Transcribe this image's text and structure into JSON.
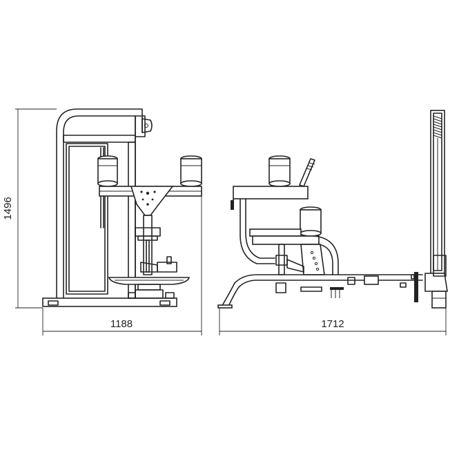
{
  "dimensions": {
    "height": "1496",
    "front_width": "1188",
    "side_length": "1712"
  },
  "colors": {
    "line": "#222222",
    "background": "#ffffff"
  }
}
